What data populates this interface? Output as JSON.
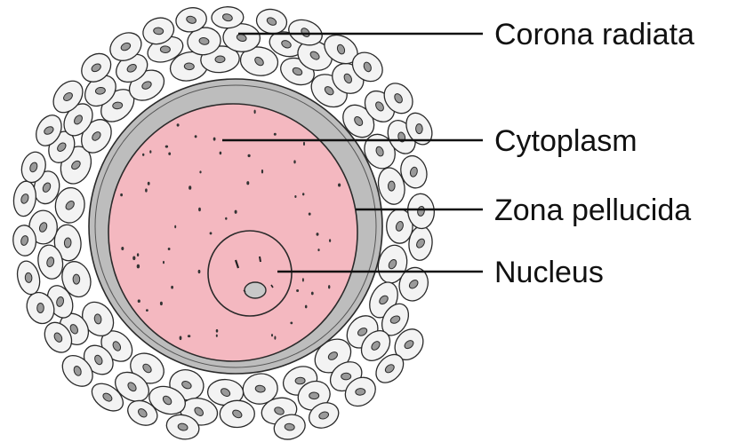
{
  "diagram": {
    "labels": {
      "corona_radiata": "Corona radiata",
      "cytoplasm": "Cytoplasm",
      "zona_pellucida": "Zona pellucida",
      "nucleus": "Nucleus"
    },
    "colors": {
      "cytoplasm": "#f4b8c0",
      "zona_pellucida": "#bdbdbd",
      "corona_cells": "#f3f3f3",
      "cell_nuclei": "#9a9a9a",
      "outline": "#2a2a2a",
      "nucleolus": "#c8c8c8"
    }
  }
}
